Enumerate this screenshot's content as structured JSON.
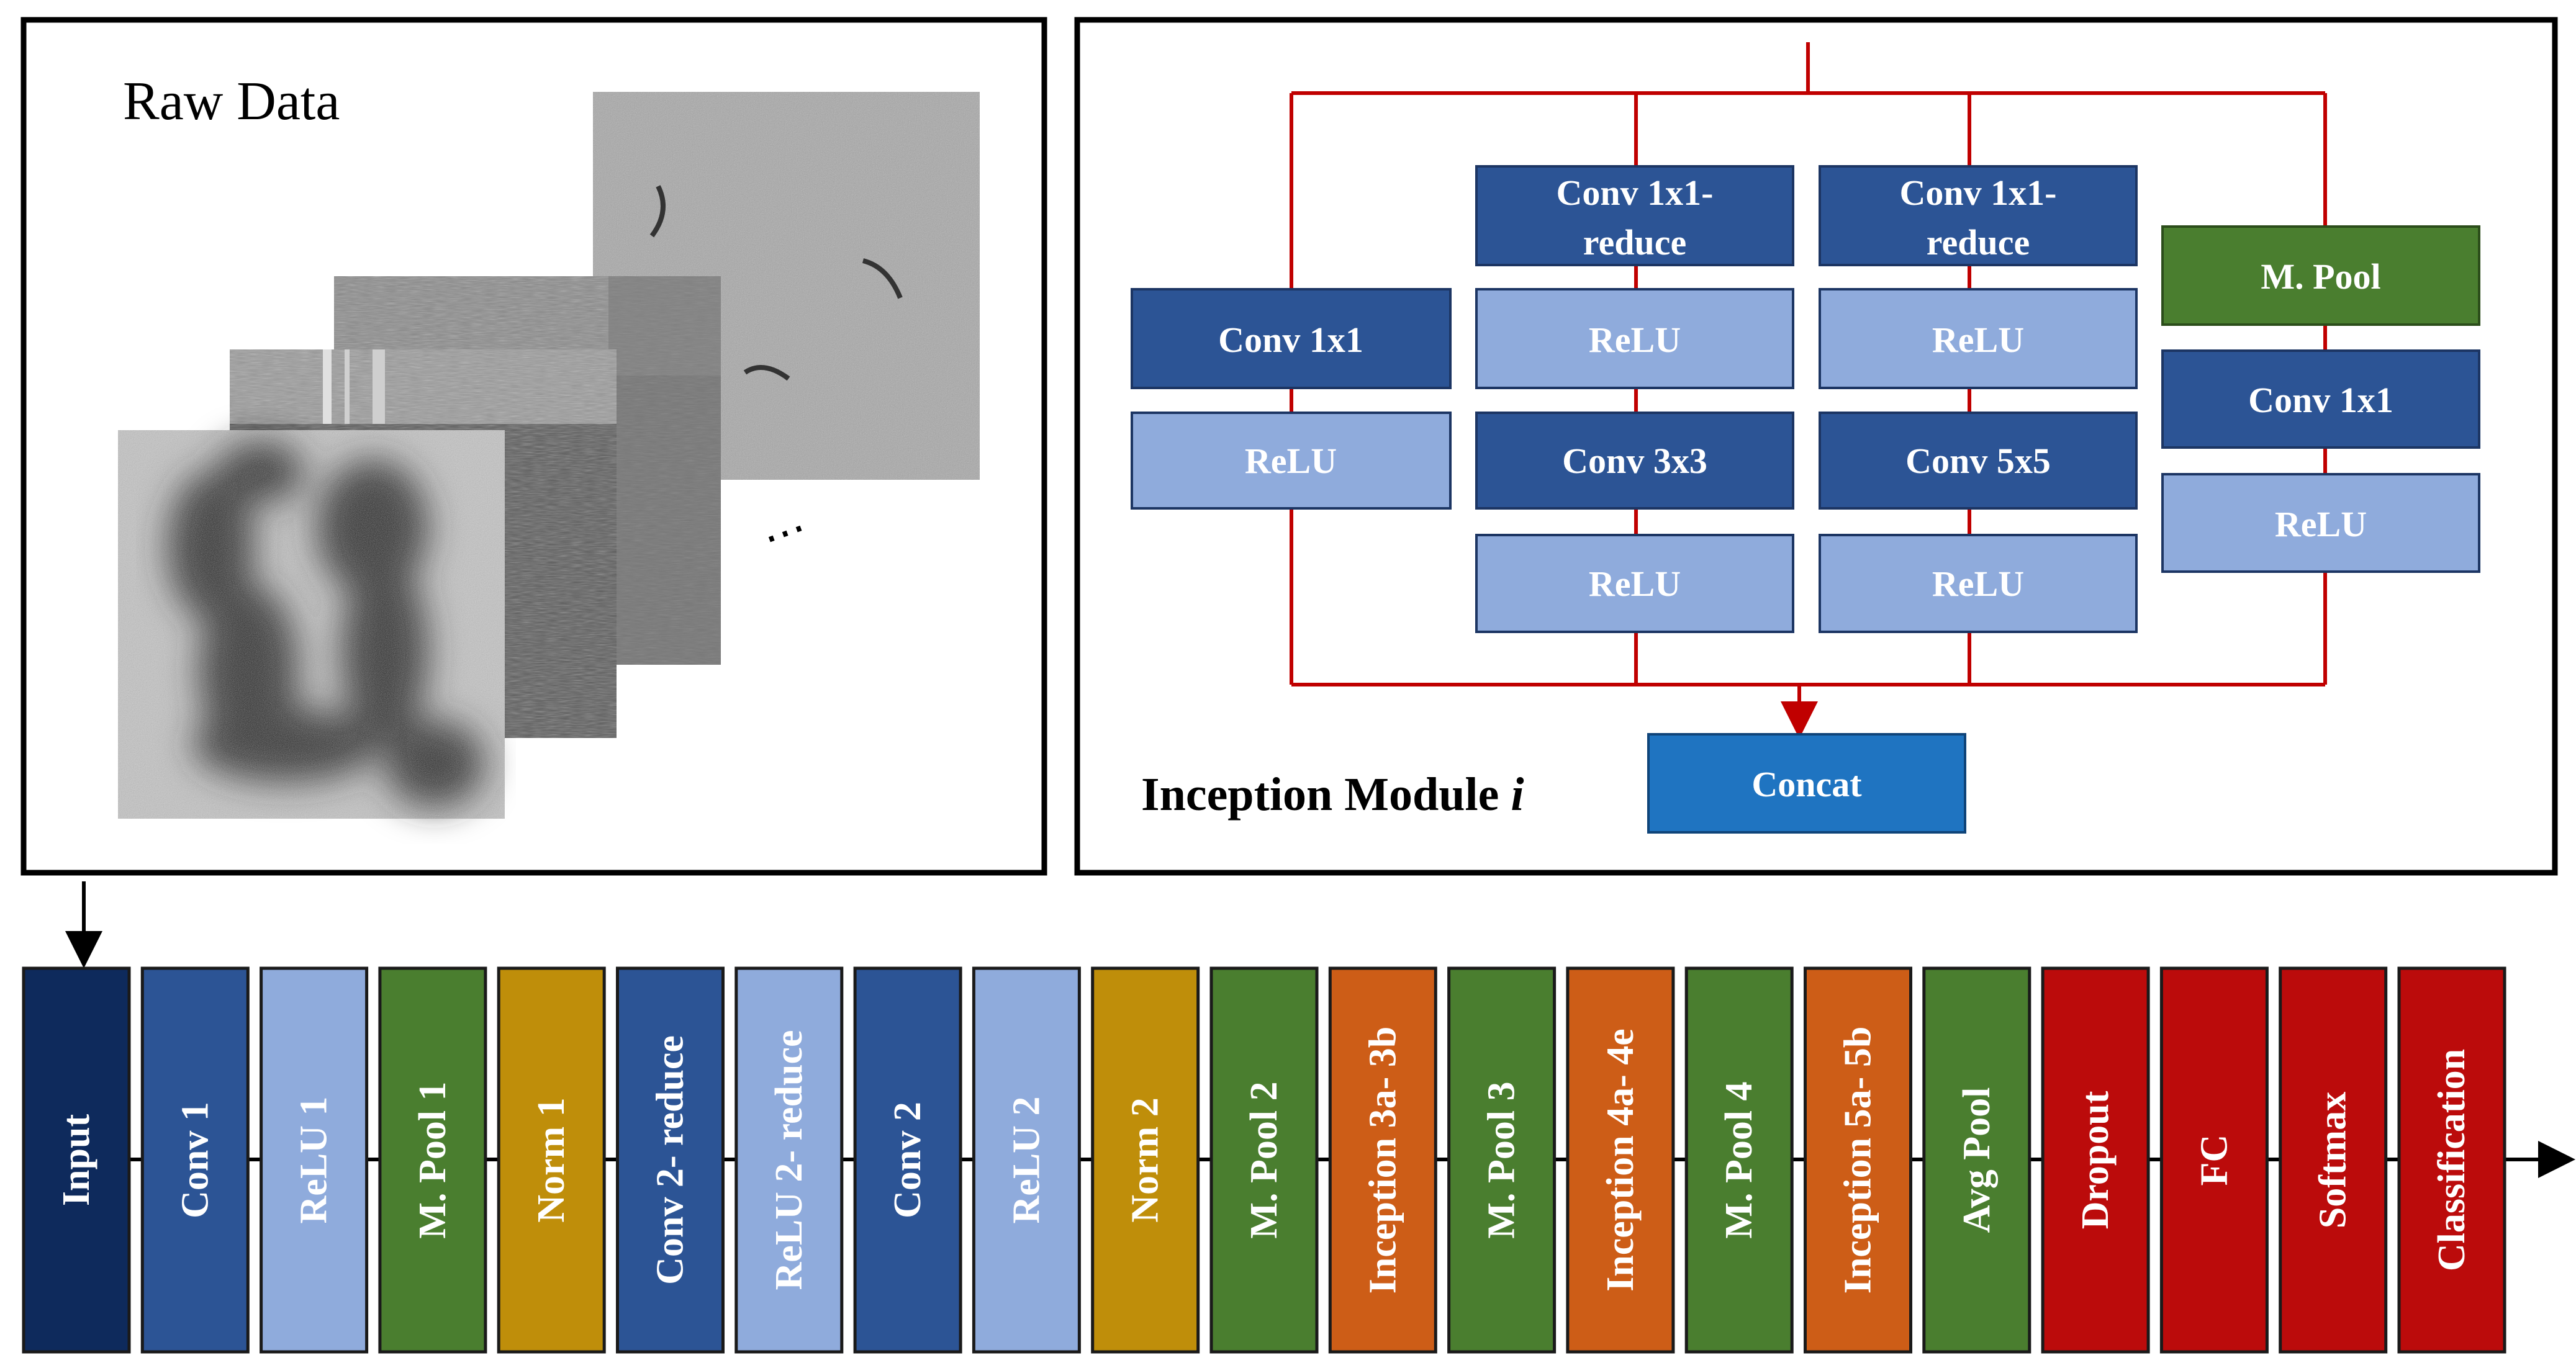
{
  "raw_data_panel": {
    "title": "Raw Data",
    "ellipsis": "⋯"
  },
  "inception_panel": {
    "title_main": "Inception Module ",
    "title_var": "i",
    "concat": "Concat",
    "col1": {
      "conv": "Conv 1x1",
      "relu": "ReLU"
    },
    "col2": {
      "reduce_line1": "Conv 1x1-",
      "reduce_line2": "reduce",
      "relu1": "ReLU",
      "conv": "Conv 3x3",
      "relu2": "ReLU"
    },
    "col3": {
      "reduce_line1": "Conv 1x1-",
      "reduce_line2": "reduce",
      "relu1": "ReLU",
      "conv": "Conv 5x5",
      "relu2": "ReLU"
    },
    "col4": {
      "pool": "M. Pool",
      "conv": "Conv 1x1",
      "relu": "ReLU"
    }
  },
  "pipeline": [
    {
      "label": "Input",
      "color": "#0e2a5c"
    },
    {
      "label": "Conv 1",
      "color": "#2c5495"
    },
    {
      "label": "ReLU 1",
      "color": "#8fabdc"
    },
    {
      "label": "M. Pool 1",
      "color": "#4a7e2f"
    },
    {
      "label": "Norm 1",
      "color": "#bf8e0a"
    },
    {
      "label": "Conv 2- reduce",
      "color": "#2c5495"
    },
    {
      "label": "ReLU 2- reduce",
      "color": "#8fabdc"
    },
    {
      "label": "Conv 2",
      "color": "#2c5495"
    },
    {
      "label": "ReLU 2",
      "color": "#8fabdc"
    },
    {
      "label": "Norm 2",
      "color": "#bf8e0a"
    },
    {
      "label": "M. Pool 2",
      "color": "#4a7e2f"
    },
    {
      "label": "Inception 3a- 3b",
      "color": "#cd5d17"
    },
    {
      "label": "M. Pool 3",
      "color": "#4a7e2f"
    },
    {
      "label": "Inception 4a- 4e",
      "color": "#cd5d17"
    },
    {
      "label": "M. Pool 4",
      "color": "#4a7e2f"
    },
    {
      "label": "Inception 5a- 5b",
      "color": "#cd5d17"
    },
    {
      "label": "Avg Pool",
      "color": "#4a7e2f"
    },
    {
      "label": "Dropout",
      "color": "#bb0b0b"
    },
    {
      "label": "FC",
      "color": "#bb0b0b"
    },
    {
      "label": "Softmax",
      "color": "#bb0b0b"
    },
    {
      "label": "Classification",
      "color": "#bb0b0b"
    }
  ],
  "colors": {
    "dark_blue": "#2c5495",
    "light_blue": "#8fabdc",
    "green": "#4a7e2f",
    "concat_blue": "#1f74c1",
    "connector_red": "#c00000"
  }
}
